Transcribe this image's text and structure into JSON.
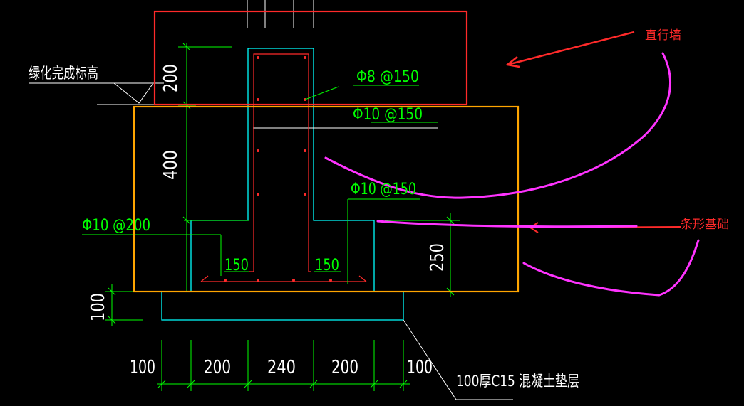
{
  "labels": {
    "greening_level": "绿化完成标高",
    "wall_label": "直行墙",
    "footing_label": "条形基础",
    "cushion_note": "100厚C15 混凝土垫层"
  },
  "rebar": {
    "top": "Φ8 @150",
    "mid": "Φ10 @150",
    "right": "Φ10 @150",
    "left": "Φ10 @200",
    "hook_left": "150",
    "hook_right": "150"
  },
  "dimensions": {
    "vertical": [
      "200",
      "400",
      "100",
      "250"
    ],
    "bottom": [
      "100",
      "200",
      "240",
      "200",
      "100"
    ]
  },
  "colors": {
    "background": "#000000",
    "red_box": "#ff2a2a",
    "orange_box": "#ffa500",
    "cyan_outline": "#00ffff",
    "green_dim": "#00ff00",
    "rebar_red": "#ff2a2a",
    "magenta_pen": "#ff33ff"
  }
}
